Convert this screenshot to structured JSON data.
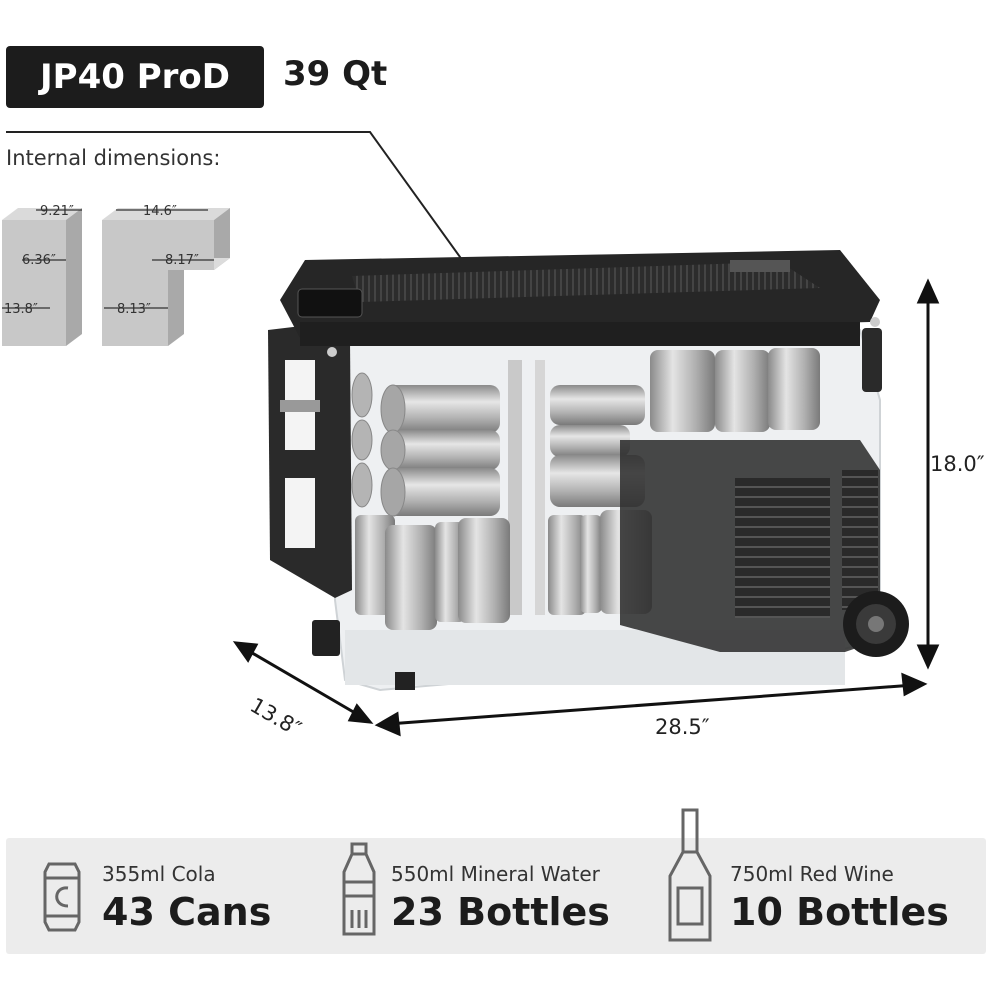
{
  "header": {
    "model": "JP40 ProD",
    "capacity": "39 Qt"
  },
  "internal_dimensions": {
    "title": "Internal dimensions:",
    "left_box": {
      "top": "9.21″",
      "middle": "6.36″",
      "bottom": "13.8″"
    },
    "right_box": {
      "top": "14.6″",
      "step": "8.17″",
      "bottom": "8.13″"
    }
  },
  "measurements": {
    "height": "18.0″",
    "depth": "13.8″",
    "width": "28.5″"
  },
  "capacity": [
    {
      "icon": "can-icon",
      "label": "355ml Cola",
      "count": "43 Cans"
    },
    {
      "icon": "water-bottle-icon",
      "label": "550ml Mineral Water",
      "count": "23 Bottles"
    },
    {
      "icon": "wine-bottle-icon",
      "label": "750ml Red Wine",
      "count": "10 Bottles"
    }
  ],
  "colors": {
    "dark": "#1c1c1c",
    "panel": "#ececec",
    "box_gray": "#c8c8c8",
    "can_silver": "#bcbcbc"
  }
}
